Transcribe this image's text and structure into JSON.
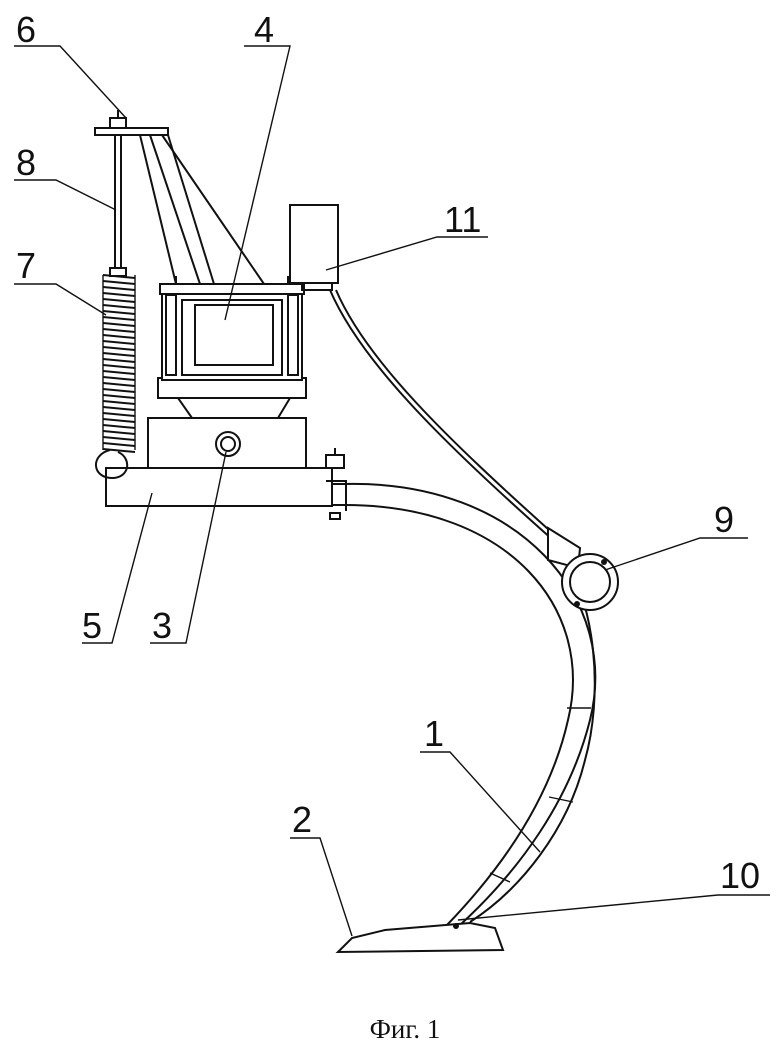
{
  "labels": {
    "l1": "1",
    "l2": "2",
    "l3": "3",
    "l4": "4",
    "l5": "5",
    "l6": "6",
    "l7": "7",
    "l8": "8",
    "l9": "9",
    "l10": "10",
    "l11": "11"
  },
  "caption": "Фиг. 1"
}
